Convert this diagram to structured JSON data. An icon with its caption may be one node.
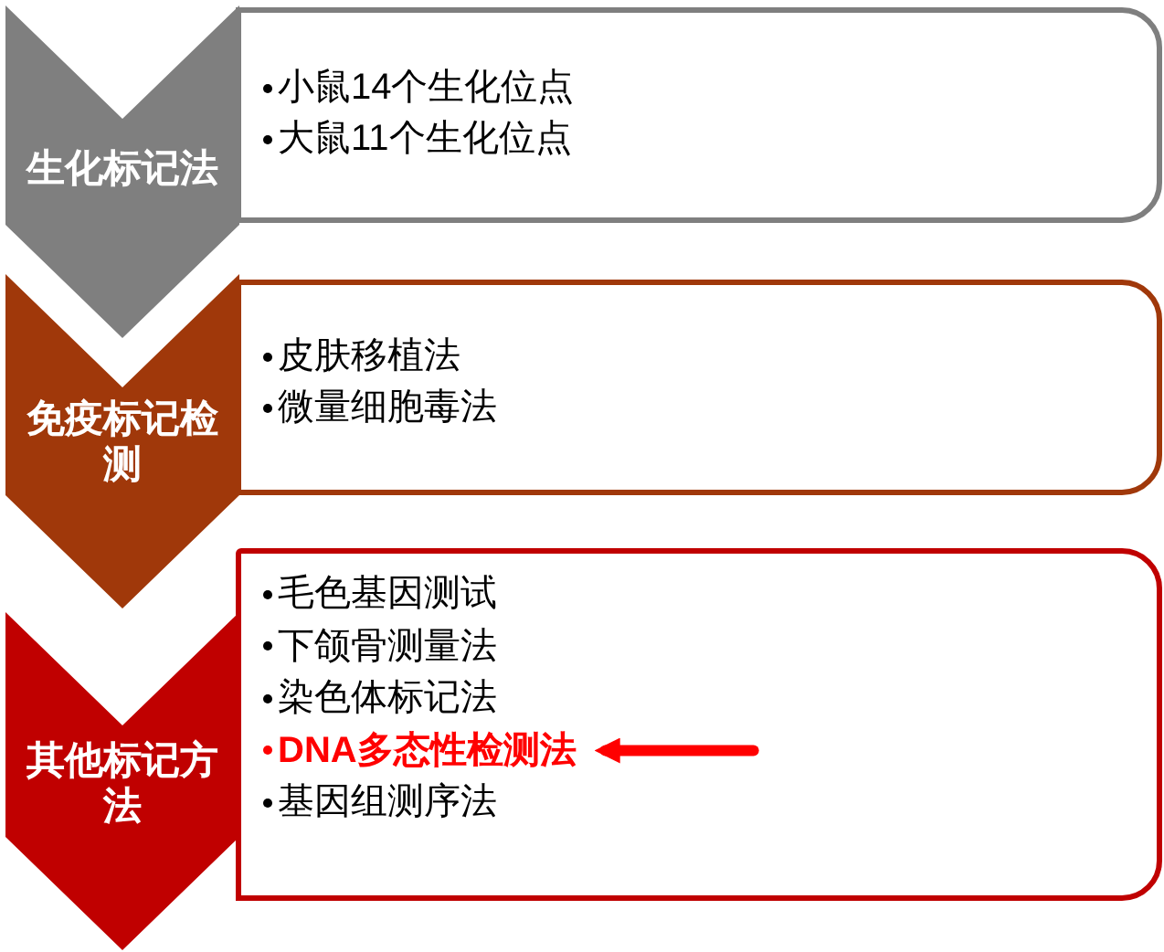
{
  "diagram": {
    "nodes": [
      {
        "text": [
          "生化标记法"
        ]
      },
      {
        "text": [
          "小鼠14个生化位点",
          "大鼠11个生化位点"
        ]
      },
      {
        "text": [
          "免疫标记检测"
        ]
      },
      {
        "text": [
          "皮肤移植法",
          "微量细胞毒法"
        ]
      },
      {
        "text": [
          "其他标记方法"
        ]
      },
      {
        "text": [
          "毛色基因测试",
          "下颌骨测量法",
          "染色体标记法",
          "基因组测序法"
        ]
      },
      {
        "text": [
          "DNA多态性检测法"
        ],
        "in": 5
      }
    ],
    "edges": [
      {
        "from": null,
        "to": 6,
        "arrow": "to",
        "color": "#ff0000"
      }
    ]
  }
}
